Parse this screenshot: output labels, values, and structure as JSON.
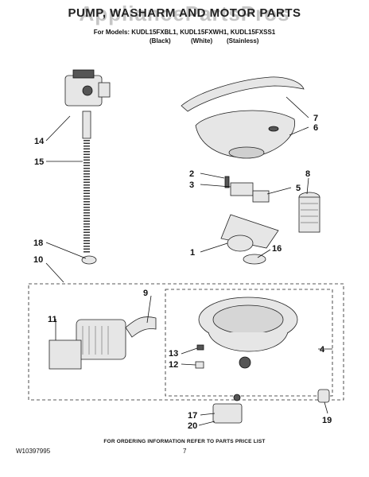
{
  "header": {
    "title": "PUMP, WASHARM AND MOTOR PARTS",
    "watermark": "AppliancePartsPros",
    "models_line": "For Models: KUDL15FXBL1, KUDL15FXWH1, KUDL15FXSS1",
    "variants": [
      "(Black)",
      "(White)",
      "(Stainless)"
    ]
  },
  "callouts": [
    "1",
    "2",
    "3",
    "4",
    "5",
    "6",
    "7",
    "8",
    "9",
    "10",
    "11",
    "12",
    "13",
    "14",
    "15",
    "16",
    "17",
    "18",
    "19",
    "20"
  ],
  "footer": {
    "note": "FOR ORDERING INFORMATION REFER TO PARTS PRICE LIST",
    "doc_number": "W10397995",
    "page_number": "7"
  }
}
